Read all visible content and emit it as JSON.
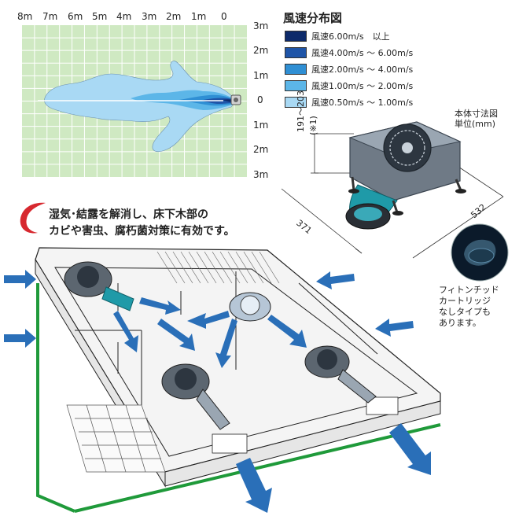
{
  "wind_chart": {
    "x_ticks": [
      "8m",
      "7m",
      "6m",
      "5m",
      "4m",
      "3m",
      "2m",
      "1m",
      "0"
    ],
    "y_ticks": [
      "3m",
      "2m",
      "1m",
      "0",
      "1m",
      "2m",
      "3m"
    ],
    "colors": {
      "grid_bg": "#cfe9c2",
      "grid_line": "#ffffff",
      "zone_1": "#a9d9f4",
      "zone_2": "#5cb6e8",
      "zone_3": "#2f8fd4",
      "zone_4": "#1f55a8",
      "zone_5": "#0d2a6a"
    }
  },
  "legend": {
    "title": "風速分布図",
    "items": [
      {
        "label": "風速6.00m/s　以上",
        "color": "#0d2a6a"
      },
      {
        "label": "風速4.00m/s 〜 6.00m/s",
        "color": "#1f55a8"
      },
      {
        "label": "風速2.00m/s 〜 4.00m/s",
        "color": "#2f8fd4"
      },
      {
        "label": "風速1.00m/s 〜 2.00m/s",
        "color": "#5cb6e8"
      },
      {
        "label": "風速0.50m/s 〜 1.00m/s",
        "color": "#a9d9f4"
      }
    ]
  },
  "dimension": {
    "title_line1": "本体寸法図",
    "title_line2": "単位(mm)",
    "height_label": "191〜203",
    "height_note": "(※1)",
    "width_label": "371",
    "depth_label": "532"
  },
  "slogan": {
    "line1": "湿気･結露を解消し、床下木部の",
    "line2": "カビや害虫、腐朽菌対策に有効です。",
    "accent_color": "#d7282f"
  },
  "note": {
    "line1": "フィトンチッド",
    "line2": "カートリッジ",
    "line3": "なしタイプも",
    "line4": "あります。"
  },
  "floor_colors": {
    "arrow_blue": "#2a6fb8",
    "green_border": "#1f9a3a"
  }
}
